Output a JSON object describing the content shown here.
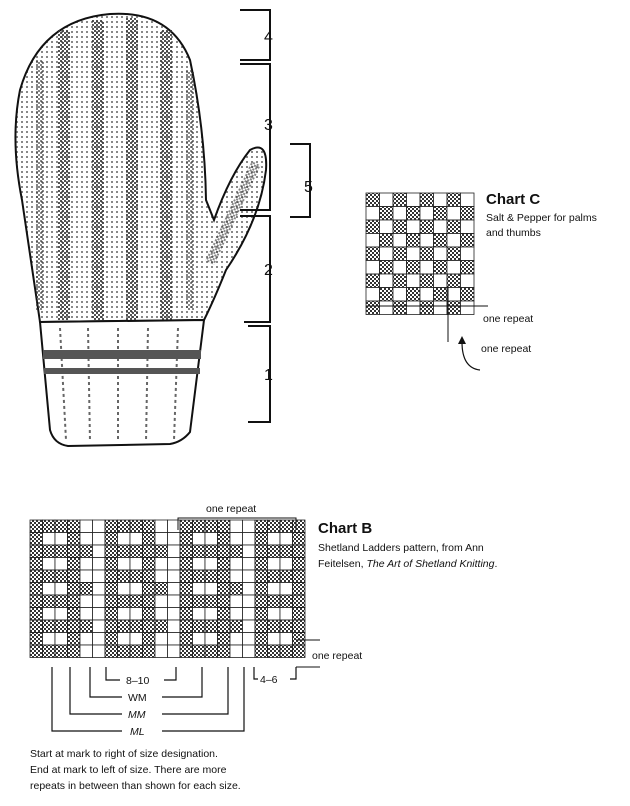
{
  "mitten": {
    "section_labels": [
      "4",
      "3",
      "5",
      "2",
      "1"
    ]
  },
  "chart_c": {
    "title": "Chart C",
    "desc_line1": "Salt & Pepper for palms",
    "desc_line2": "and thumbs",
    "repeat_label_1": "one repeat",
    "repeat_label_2": "one repeat",
    "cols": 8,
    "rows": 9
  },
  "chart_b": {
    "title": "Chart B",
    "desc_line1": "Shetland Ladders pattern, from Ann",
    "desc_line2_prefix": "Feitelsen, ",
    "desc_line2_italic": "The Art of Shetland Knitting",
    "desc_line2_suffix": ".",
    "top_repeat_label": "one repeat",
    "side_repeat_label": "one repeat",
    "size_labels": [
      "8–10",
      "WM",
      "MM",
      "ML",
      "4–6"
    ],
    "cols": 22,
    "rows": 11
  },
  "note": {
    "line1": "Start at mark to right of size designation.",
    "line2": "End at mark to left of size. There are more",
    "line3": "repeats in between than shown for each size."
  }
}
